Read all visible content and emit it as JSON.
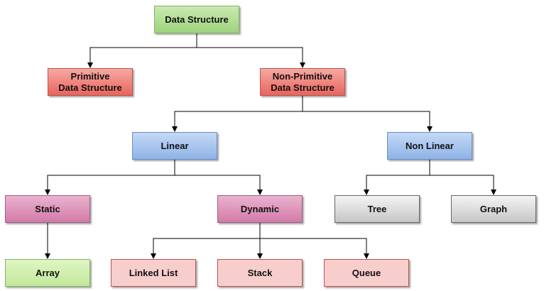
{
  "nodes": {
    "root": "Data Structure",
    "primitive": [
      "Primitive",
      "Data Structure"
    ],
    "non_primitive": [
      "Non-Primitive",
      "Data Structure"
    ],
    "linear": "Linear",
    "non_linear": "Non Linear",
    "static": "Static",
    "dynamic": "Dynamic",
    "tree": "Tree",
    "graph": "Graph",
    "array": "Array",
    "linked_list": "Linked List",
    "stack": "Stack",
    "queue": "Queue"
  },
  "colors": {
    "root": "#a9d98a",
    "primitive": "#ea7a73",
    "linear": "#a9c6ee",
    "static": "#dc94b9",
    "leaf_gray": "#d9d9d9",
    "array": "#d5f0b4",
    "dynamic_children": "#f8cecc",
    "connector": "#000000"
  }
}
